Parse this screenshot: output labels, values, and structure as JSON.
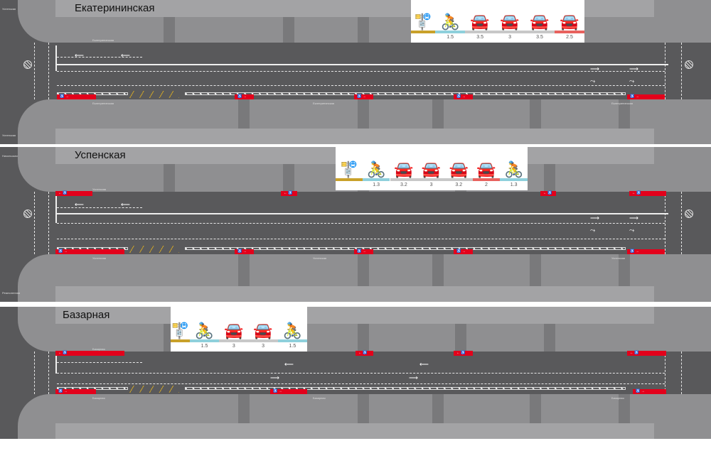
{
  "sections": [
    {
      "name": "Екатерининская",
      "street_label": "Екатерининская",
      "cross_street_top": "Успенская",
      "cross_street_bottom": "Успенская",
      "profile": [
        {
          "type": "bus-stop"
        },
        {
          "type": "bike",
          "width": "1.5"
        },
        {
          "type": "car",
          "width": "3.5"
        },
        {
          "type": "car",
          "width": "3"
        },
        {
          "type": "car",
          "width": "3.5"
        },
        {
          "type": "parked-car",
          "width": "2.5"
        }
      ]
    },
    {
      "name": "Успенская",
      "street_label": "Успенская",
      "cross_street_top": "Никольская",
      "cross_street_bottom": "Ремесленная",
      "profile": [
        {
          "type": "bus-stop"
        },
        {
          "type": "bike",
          "width": "1.3"
        },
        {
          "type": "car",
          "width": "3.2"
        },
        {
          "type": "car",
          "width": "3"
        },
        {
          "type": "car",
          "width": "3.2"
        },
        {
          "type": "parked-car",
          "width": "2"
        },
        {
          "type": "bike",
          "width": "1.3"
        }
      ]
    },
    {
      "name": "Базарная",
      "street_label": "Базарная",
      "cross_street_top": "",
      "cross_street_bottom": "",
      "profile": [
        {
          "type": "bus-stop"
        },
        {
          "type": "bike",
          "width": "1.5"
        },
        {
          "type": "car",
          "width": "3"
        },
        {
          "type": "car",
          "width": "3"
        },
        {
          "type": "bike",
          "width": "1.5"
        }
      ]
    }
  ],
  "colors": {
    "road": "#59595b",
    "block": "#8f8f91",
    "bus_lane": "#e3001b",
    "bike": "#8fd0dc",
    "stop": "#c9a12a",
    "parked_car": "#e8625e"
  }
}
